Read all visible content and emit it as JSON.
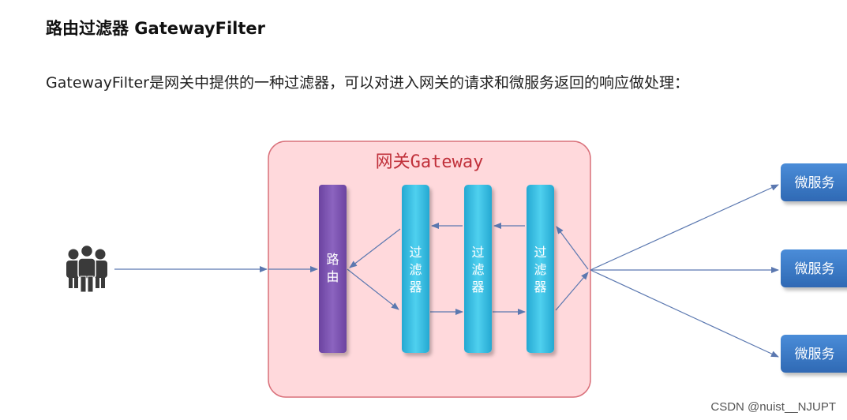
{
  "title": "路由过滤器 GatewayFilter",
  "subtitle": "GatewayFilter是网关中提供的一种过滤器，可以对进入网关的请求和微服务返回的响应做处理：",
  "gateway_label": "网关Gateway",
  "router_label": "路由",
  "filters": [
    "过滤器",
    "过滤器",
    "过滤器"
  ],
  "services": [
    "微服务",
    "微服务",
    "微服务"
  ],
  "users_icon": "users-group-icon",
  "watermark": "CSDN @nuist__NJUPT",
  "colors": {
    "gateway_bg": "#ffd9dc",
    "gateway_border": "#d9707a",
    "gateway_text": "#c0303a",
    "router": "#7e55b3",
    "filter": "#38bfe3",
    "service": "#3a7bc8",
    "arrow": "#5b78b0"
  }
}
